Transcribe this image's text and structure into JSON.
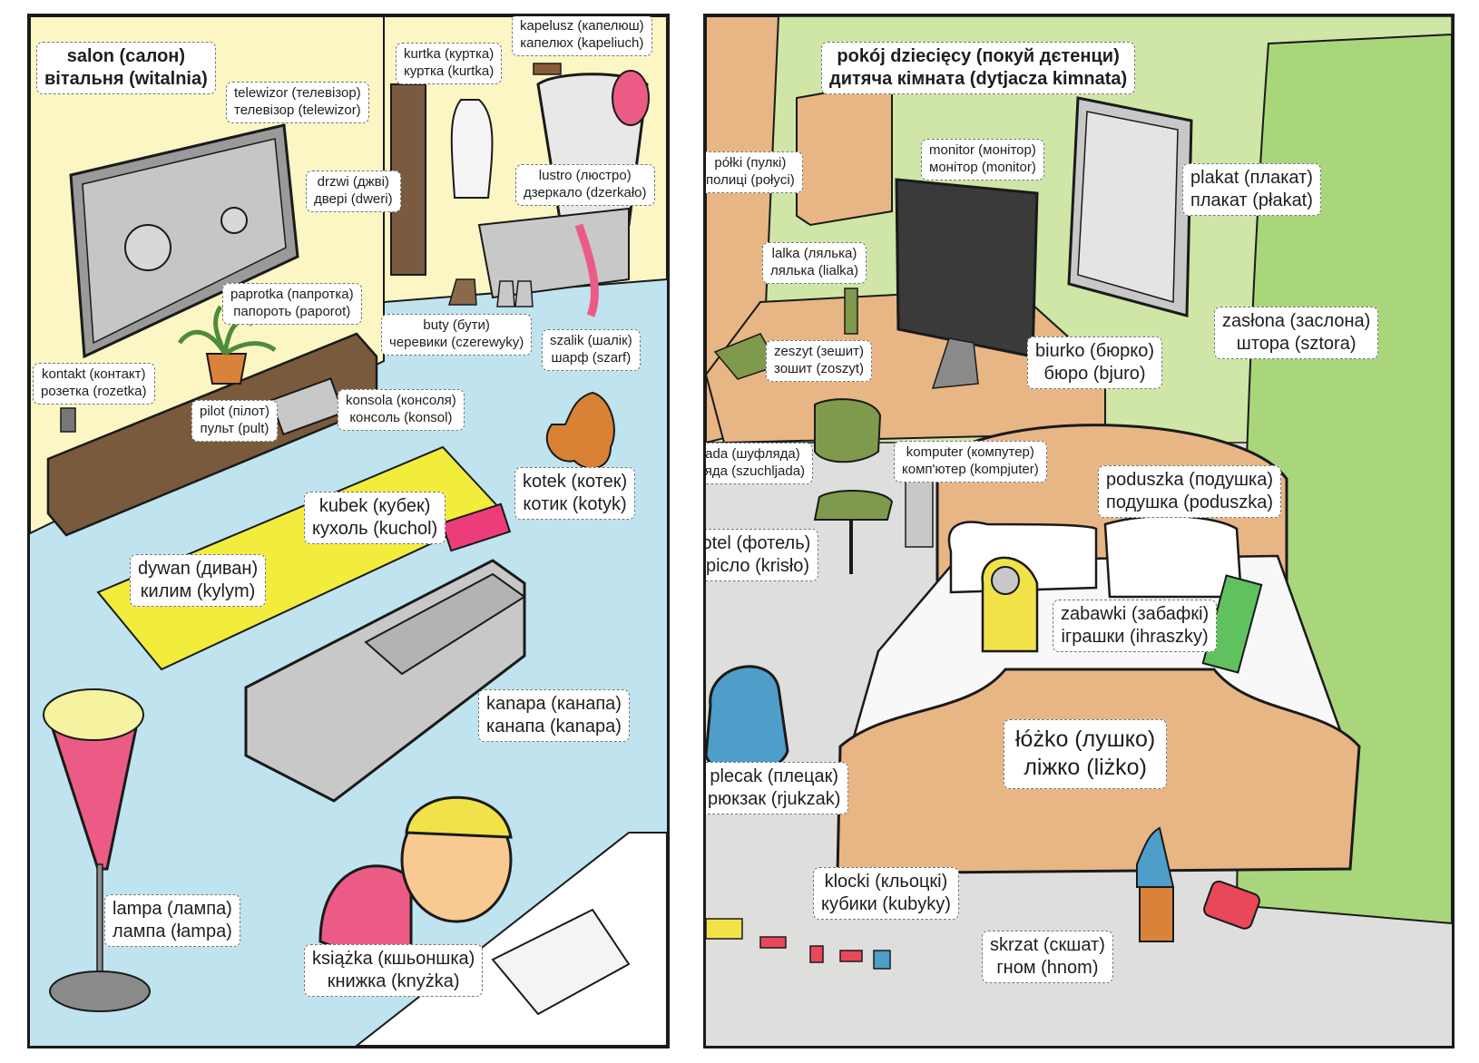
{
  "left_room": {
    "title": {
      "line1": "salon (салон)",
      "line2": "вітальня (witalnia)"
    },
    "labels": {
      "telewizor": {
        "line1": "telewizor (телевізор)",
        "line2": "телевізор (telewizor)"
      },
      "kurtka": {
        "line1": "kurtka (куртка)",
        "line2": "куртка (kurtka)"
      },
      "kapelusz": {
        "line1": "kapelusz (капелюш)",
        "line2": "капелюх (kapeliuch)"
      },
      "drzwi": {
        "line1": "drzwi (джві)",
        "line2": "двері (dweri)"
      },
      "lustro": {
        "line1": "lustro (люстро)",
        "line2": "дзеркало (dzerkało)"
      },
      "paprotka": {
        "line1": "paprotka (папротка)",
        "line2": "папороть (paporot)"
      },
      "buty": {
        "line1": "buty (бути)",
        "line2": "черевики (czerewyky)"
      },
      "szalik": {
        "line1": "szalik (шалік)",
        "line2": "шарф (szarf)"
      },
      "kontakt": {
        "line1": "kontakt (контакт)",
        "line2": "розетка (rozetka)"
      },
      "pilot": {
        "line1": "pilot (пілот)",
        "line2": "пульт (pult)"
      },
      "konsola": {
        "line1": "konsola (консоля)",
        "line2": "консоль (konsol)"
      },
      "kotek": {
        "line1": "kotek (котек)",
        "line2": "котик (kotyk)"
      },
      "kubek": {
        "line1": "kubek (кубек)",
        "line2": "кухоль (kuchol)"
      },
      "dywan": {
        "line1": "dywan (диван)",
        "line2": "килим (kylym)"
      },
      "kanapa": {
        "line1": "kanapa (канапа)",
        "line2": "канапа (kanapa)"
      },
      "lampa": {
        "line1": "lampa (лампа)",
        "line2": "лампа (łampa)"
      },
      "ksiazka": {
        "line1": "książka (кшьоншка)",
        "line2": "книжка (knyżka)"
      }
    }
  },
  "right_room": {
    "title": {
      "line1": "pokój dziecięcy (покуй дєтенци)",
      "line2": "дитяча кімната (dytjacza kimnata)"
    },
    "labels": {
      "polki": {
        "line1": "półki (пулкі)",
        "line2": "полиці (połyci)"
      },
      "monitor": {
        "line1": "monitor (монітор)",
        "line2": "монітор (monitor)"
      },
      "plakat": {
        "line1": "plakat (плакат)",
        "line2": "плакат (płakat)"
      },
      "lalka": {
        "line1": "lalka (лялька)",
        "line2": "лялька (lialka)"
      },
      "zeszyt": {
        "line1": "zeszyt (зешит)",
        "line2": "зошит (zoszyt)"
      },
      "biurko": {
        "line1": "biurko (бюрко)",
        "line2": "бюро (bjuro)"
      },
      "zaslona": {
        "line1": "zasłona (заслона)",
        "line2": "штора (sztora)"
      },
      "szuflada": {
        "line1": "szuflada (шуфляда)",
        "line2": "шухляда (szuchljada)"
      },
      "komputer": {
        "line1": "komputer (компутер)",
        "line2": "комп'ютер (kompjuter)"
      },
      "poduszka": {
        "line1": "poduszka (подушка)",
        "line2": "подушка (poduszka)"
      },
      "fotel": {
        "line1": "fotel (фотель)",
        "line2": "крісло (krisło)"
      },
      "zabawki": {
        "line1": "zabawki (забафкі)",
        "line2": "іграшки (ihraszky)"
      },
      "lozko": {
        "line1": "łóżko (лушко)",
        "line2": "ліжко (liżko)"
      },
      "plecak": {
        "line1": "plecak (плецак)",
        "line2": "рюкзак (rjukzak)"
      },
      "klocki": {
        "line1": "klocki (кльоцкі)",
        "line2": "кубики (kubyky)"
      },
      "skrzat": {
        "line1": "skrzat (скшат)",
        "line2": "гном (hnom)"
      }
    }
  },
  "colors": {
    "left_wall": "#fbf6c4",
    "left_floor": "#bfe3ef",
    "right_wall": "#cfe6a6",
    "right_floor": "#dededc",
    "wood": "#e8b585",
    "rug": "#f2ec3c",
    "sofa": "#c8c8c8",
    "lamp": "#ec5b86",
    "chair": "#7f9a4c"
  }
}
